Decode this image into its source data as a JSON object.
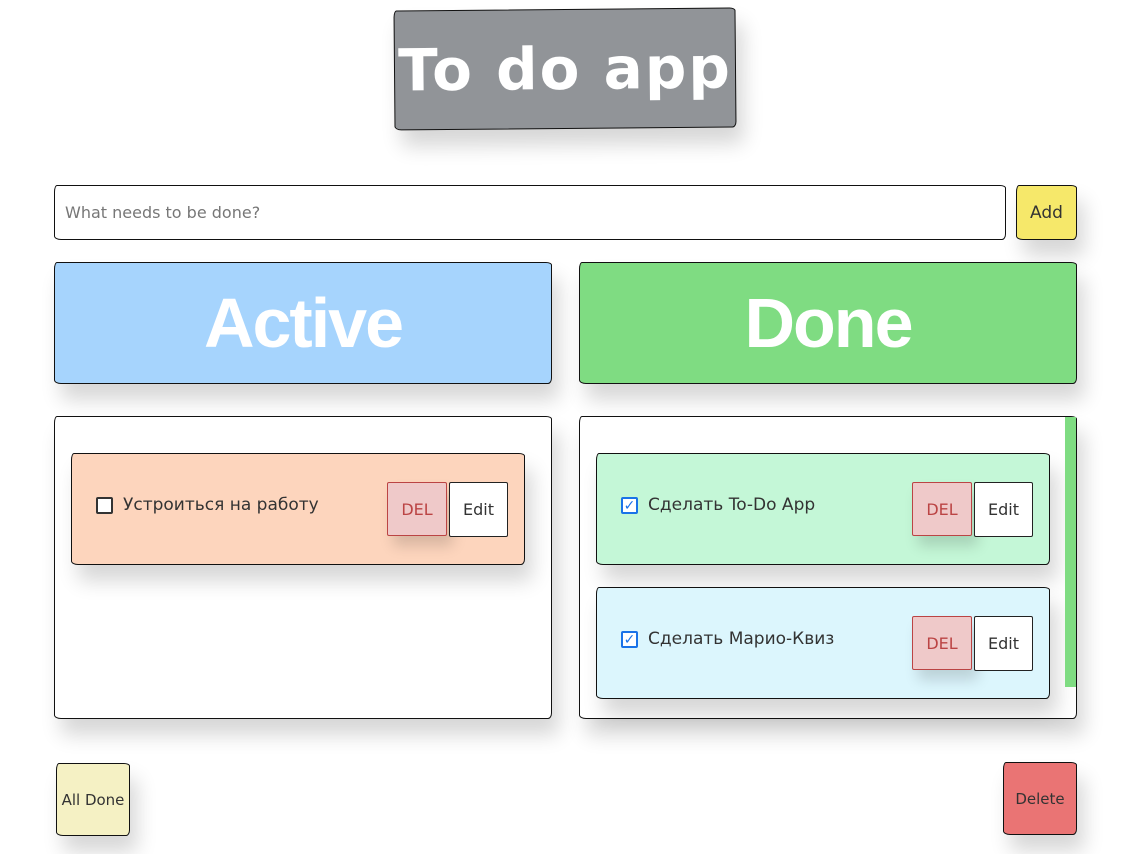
{
  "app": {
    "title": "To do app"
  },
  "input": {
    "placeholder": "What needs to be done?",
    "value": "",
    "add_label": "Add"
  },
  "columns": {
    "active_label": "Active",
    "done_label": "Done"
  },
  "active_todos": [
    {
      "text": "Устроиться на работу",
      "checked": false,
      "del_label": "DEL",
      "edit_label": "Edit"
    }
  ],
  "done_todos": [
    {
      "text": "Сделать To-Do App",
      "checked": true,
      "del_label": "DEL",
      "edit_label": "Edit"
    },
    {
      "text": "Сделать Марио-Квиз",
      "checked": true,
      "del_label": "DEL",
      "edit_label": "Edit"
    }
  ],
  "footer": {
    "all_done_label": "All Done",
    "delete_label": "Delete"
  },
  "colors": {
    "title_bg": "#919498",
    "add_bg": "#f6e86a",
    "active_header": "#a6d4fd",
    "done_header": "#7fdc82",
    "active_card": "#fdd5bd",
    "done_card_1": "#c4f7d7",
    "done_card_2": "#dcf6fd",
    "del_bg": "#efc9c9",
    "all_done_bg": "#f5f1c4",
    "delete_bg": "#ea7474"
  },
  "icons": {
    "unchecked": "checkbox-empty-icon",
    "checked": "checkbox-checked-icon"
  }
}
